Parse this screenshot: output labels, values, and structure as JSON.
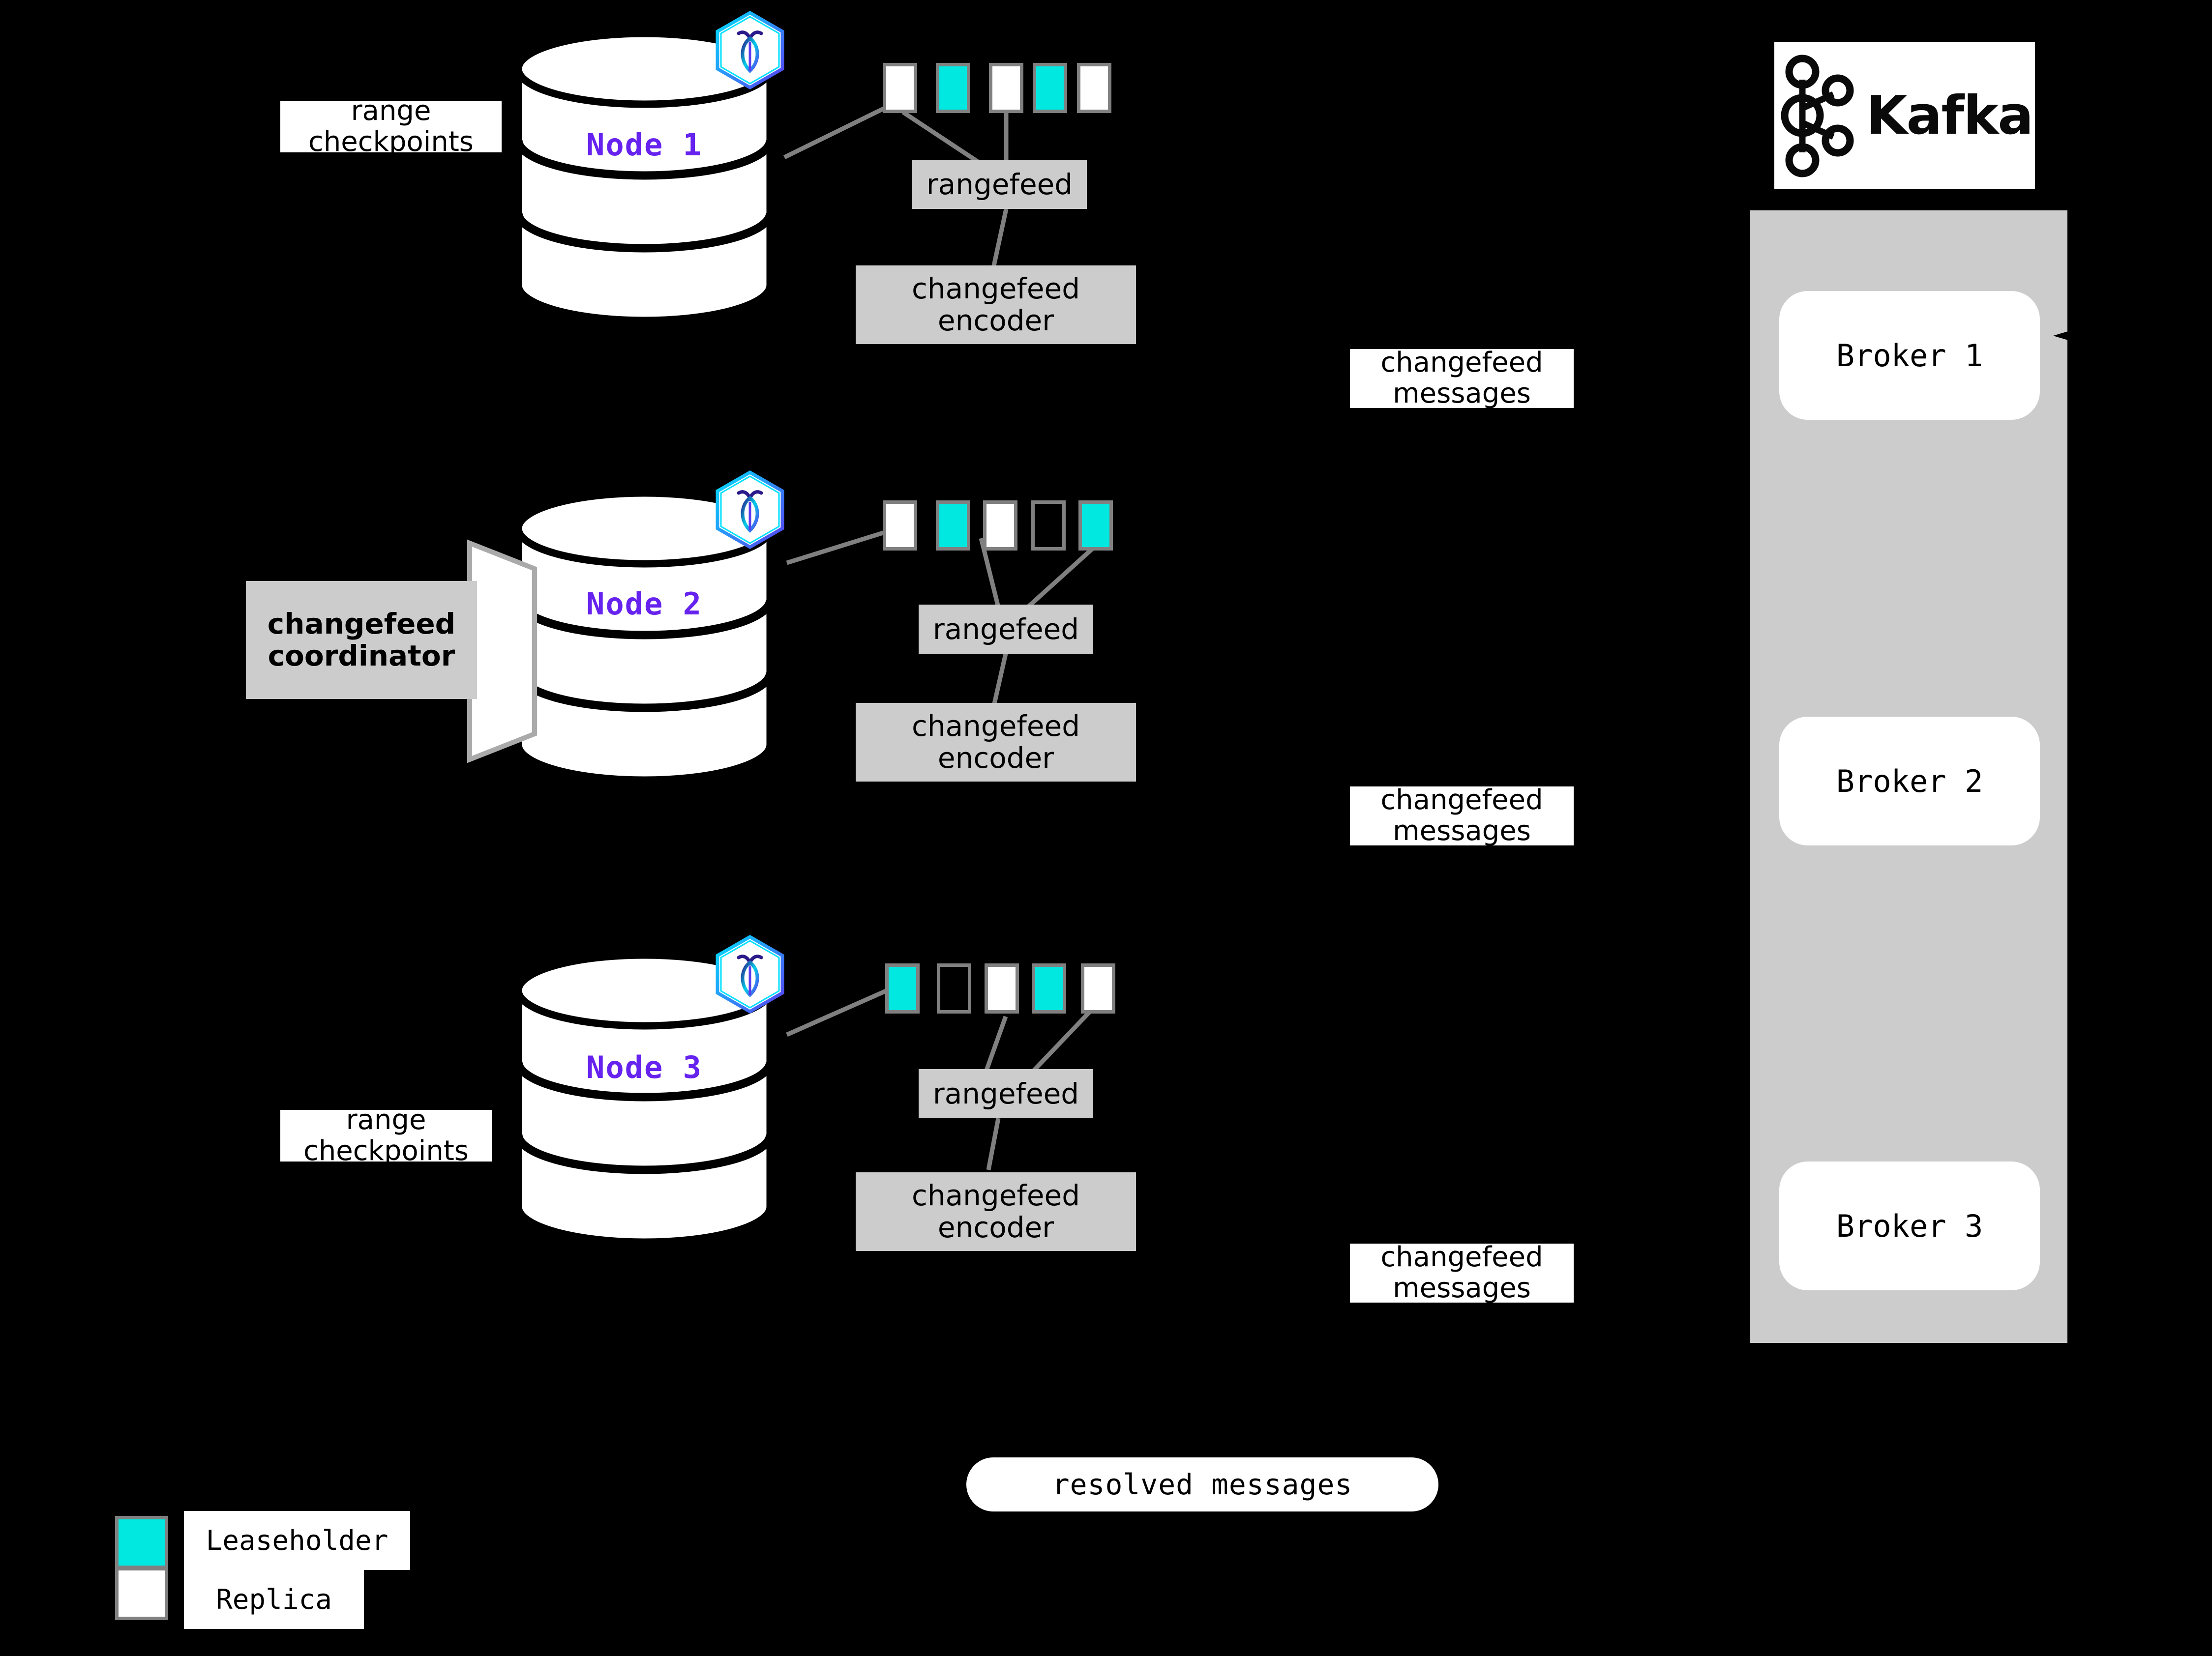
{
  "diagram": {
    "title": "CockroachDB changefeed to Kafka architecture",
    "background": "#000000",
    "colors": {
      "leaseholder": "#00e8e0",
      "replica": "#ffffff",
      "node_label": "#6622ee",
      "process_box": "#cccccc",
      "connector": "#808080"
    }
  },
  "nodes": [
    {
      "id": "node1",
      "label": "Node 1",
      "logo_icon": "cockroachdb-hexagon-icon",
      "ranges": [
        {
          "type": "replica"
        },
        {
          "type": "leaseholder"
        },
        {
          "type": "replica"
        },
        {
          "type": "leaseholder"
        },
        {
          "type": "replica"
        }
      ],
      "rangefeed_label": "rangefeed",
      "encoder_label": "changefeed\nencoder",
      "encoder_line1": "changefeed",
      "encoder_line2": "encoder",
      "side_label_line1": "range",
      "side_label_line2": "checkpoints",
      "has_side_label": true,
      "has_coordinator": false
    },
    {
      "id": "node2",
      "label": "Node 2",
      "logo_icon": "cockroachdb-hexagon-icon",
      "ranges": [
        {
          "type": "replica"
        },
        {
          "type": "leaseholder"
        },
        {
          "type": "replica"
        },
        {
          "type": "empty"
        },
        {
          "type": "leaseholder"
        }
      ],
      "rangefeed_label": "rangefeed",
      "encoder_line1": "changefeed",
      "encoder_line2": "encoder",
      "coordinator_line1": "changefeed",
      "coordinator_line2": "coordinator",
      "has_side_label": false,
      "has_coordinator": true
    },
    {
      "id": "node3",
      "label": "Node 3",
      "logo_icon": "cockroachdb-hexagon-icon",
      "ranges": [
        {
          "type": "leaseholder"
        },
        {
          "type": "empty"
        },
        {
          "type": "replica"
        },
        {
          "type": "leaseholder"
        },
        {
          "type": "replica"
        }
      ],
      "rangefeed_label": "rangefeed",
      "encoder_line1": "changefeed",
      "encoder_line2": "encoder",
      "side_label_line1": "range",
      "side_label_line2": "checkpoints",
      "has_side_label": true,
      "has_coordinator": false
    }
  ],
  "messages": [
    {
      "line1": "changefeed",
      "line2": "messages"
    },
    {
      "line1": "changefeed",
      "line2": "messages"
    },
    {
      "line1": "changefeed",
      "line2": "messages"
    }
  ],
  "resolved": {
    "label": "resolved messages"
  },
  "kafka": {
    "wordmark": "Kafka",
    "logo_icon": "kafka-logo-icon",
    "brokers": [
      {
        "label": "Broker 1"
      },
      {
        "label": "Broker 2"
      },
      {
        "label": "Broker 3"
      }
    ]
  },
  "legend": {
    "items": [
      {
        "swatch": "leaseholder",
        "label": "Leaseholder"
      },
      {
        "swatch": "replica",
        "label": "Replica"
      }
    ]
  }
}
